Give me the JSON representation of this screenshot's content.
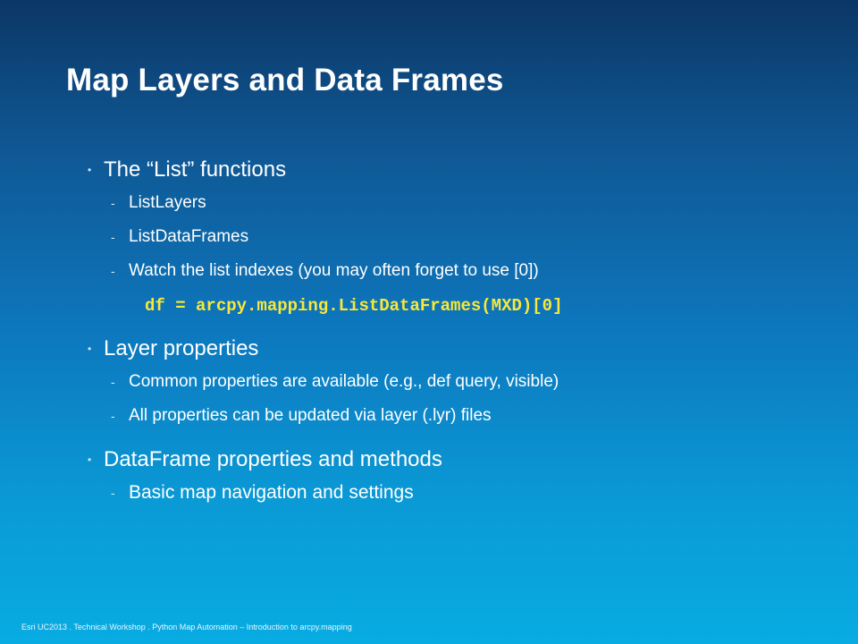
{
  "slide": {
    "title": "Map Layers and Data Frames",
    "bullets": [
      {
        "text": "The “List” functions",
        "subitems": [
          "ListLayers",
          "ListDataFrames",
          "Watch the list indexes (you may often forget to use [0])"
        ],
        "code": "df = arcpy.mapping.ListDataFrames(MXD)[0]"
      },
      {
        "text": "Layer properties",
        "subitems": [
          "Common properties are available (e.g., def query, visible)",
          "All properties can be updated via layer (.lyr) files"
        ]
      },
      {
        "text": "DataFrame properties and methods",
        "subitems": [
          "Basic map navigation and settings"
        ]
      }
    ],
    "footer": "Esri UC2013 . Technical Workshop . Python Map Automation – Introduction to arcpy.mapping",
    "colors": {
      "background_top": "#0b3766",
      "background_bottom": "#08ace2",
      "text": "#ffffff",
      "code": "#f7e83a"
    }
  }
}
